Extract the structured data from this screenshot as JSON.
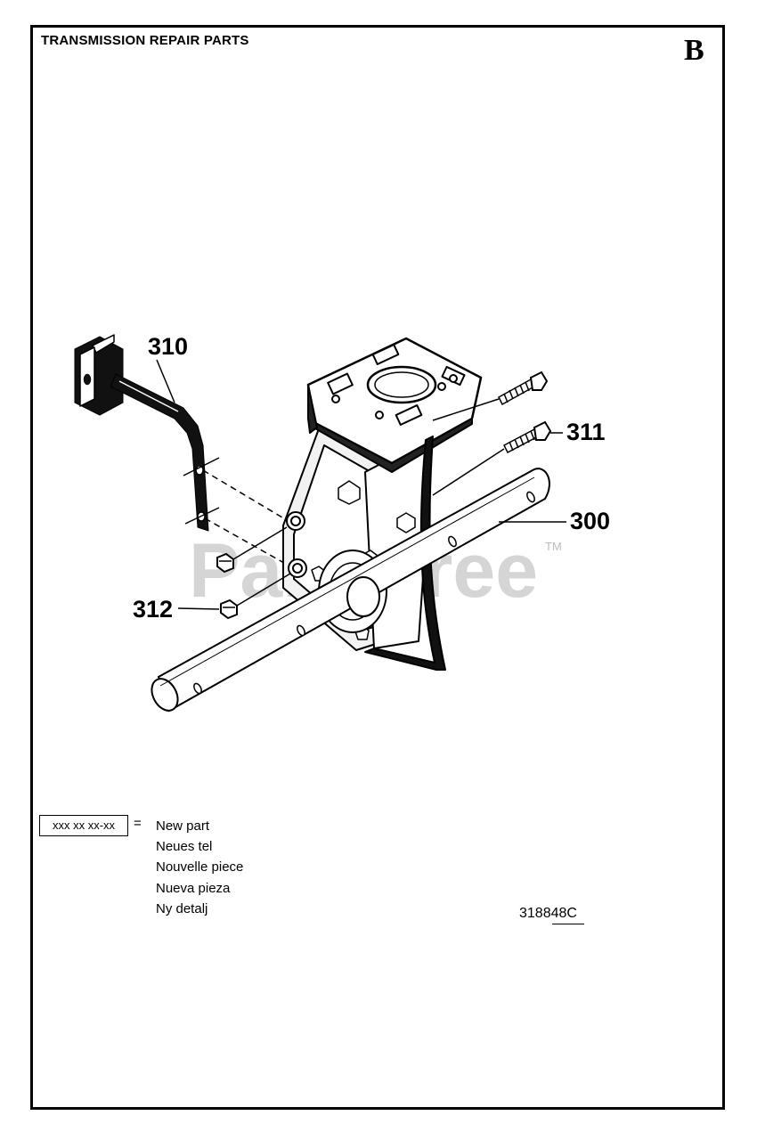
{
  "header": {
    "title": "TRANSMISSION REPAIR PARTS",
    "section": "B"
  },
  "callouts": {
    "p310": "310",
    "p311": "311",
    "p300": "300",
    "p312": "312"
  },
  "watermark": {
    "text": "PartsTree",
    "tm": "TM"
  },
  "legend": {
    "box": "xxx xx xx-xx",
    "equals": "=",
    "items": [
      "New part",
      "Neues tel",
      "Nouvelle piece",
      "Nueva pieza",
      "Ny detalj"
    ]
  },
  "doc_number": "318848C"
}
